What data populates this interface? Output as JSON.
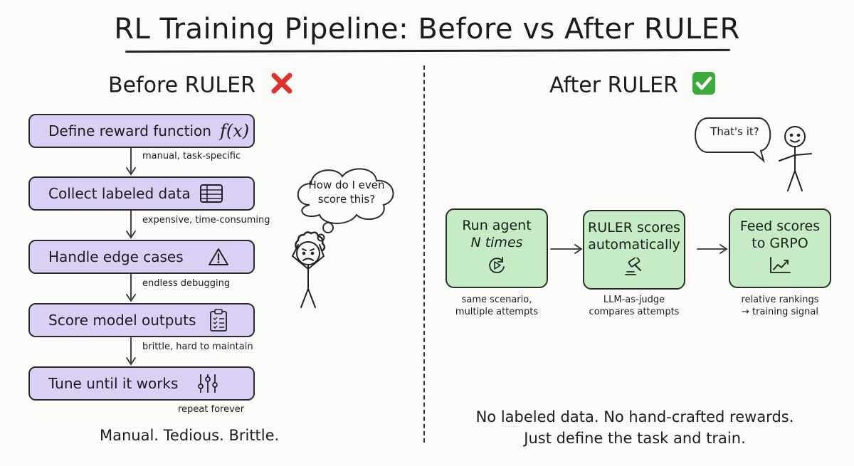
{
  "title": "RL Training Pipeline: Before vs After RULER",
  "before": {
    "heading": "Before RULER",
    "heading_icon": "cross-mark-emoji",
    "steps": [
      {
        "label": "Define reward function",
        "icon": "fx-icon",
        "note": "manual, task-specific"
      },
      {
        "label": "Collect labeled data",
        "icon": "table-icon",
        "note": "expensive, time-consuming"
      },
      {
        "label": "Handle edge cases",
        "icon": "warning-icon",
        "note": "endless debugging"
      },
      {
        "label": "Score model outputs",
        "icon": "clipboard-checklist-icon",
        "note": "brittle, hard to maintain"
      },
      {
        "label": "Tune until it works",
        "icon": "sliders-icon",
        "note": "repeat forever"
      }
    ],
    "fx_text": "f(x)",
    "thought": "How do I even score this?",
    "thought_lines": [
      "How do I even",
      "score this?"
    ],
    "summary": "Manual. Tedious. Brittle."
  },
  "after": {
    "heading": "After RULER",
    "heading_icon": "check-mark-emoji",
    "speech": "That's it?",
    "boxes": [
      {
        "lines": [
          "Run agent",
          "N times"
        ],
        "icon": "replay-icon",
        "caption_lines": [
          "same scenario,",
          "multiple attempts"
        ]
      },
      {
        "lines": [
          "RULER scores",
          "automatically"
        ],
        "icon": "gavel-icon",
        "caption_lines": [
          "LLM-as-judge",
          "compares attempts"
        ]
      },
      {
        "lines": [
          "Feed scores",
          "to GRPO"
        ],
        "icon": "trend-chart-icon",
        "caption_lines": [
          "relative rankings",
          "→ training signal"
        ]
      }
    ],
    "summary_lines": [
      "No labeled data. No hand-crafted rewards.",
      "Just define the task and train."
    ]
  },
  "colors": {
    "step_fill": "#dccff6",
    "box_fill": "#c6ecc6",
    "cross": "#e0312b",
    "check": "#3dab3b"
  }
}
